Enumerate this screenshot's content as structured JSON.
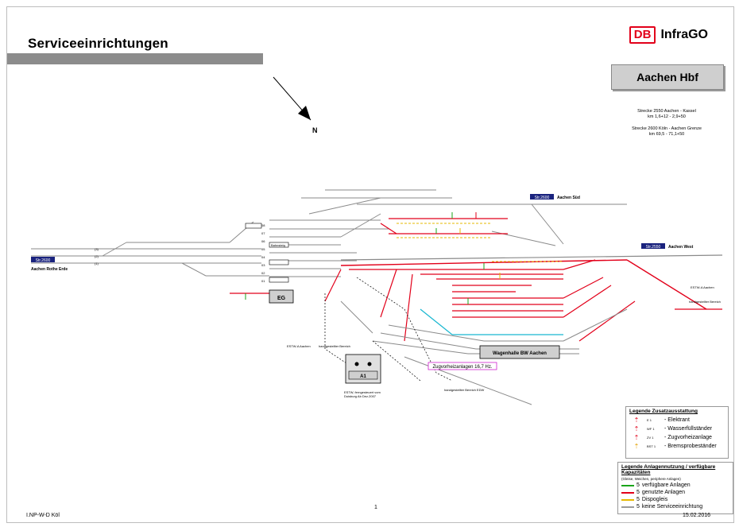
{
  "header": {
    "title": "Serviceeinrichtungen",
    "logo_db": "DB",
    "logo_name": "InfraGO"
  },
  "station": {
    "name": "Aachen Hbf",
    "route1_line1": "Strecke 2550 Aachen - Kassel",
    "route1_line2": "km 1,6+12 - 2,9+50",
    "route2_line1": "Strecke 2600 Köln - Aachen Grenze",
    "route2_line2": "km 69,5 - 71,1+50"
  },
  "plan": {
    "north": "N",
    "str2600_left": "Str.2600",
    "aachen_rothe_erde": "Aachen Rothe Erde",
    "str2600_right": "Str.2600",
    "aachen_sued": "Aachen Süd",
    "str2550": "Str.2550",
    "aachen_west": "Aachen West",
    "eg": "EG",
    "a1": "A1",
    "wagenhalle": "Wagenhalle BW Aachen",
    "zugvorheiz": "Zugvorheizanlagen 16,7 Hz.",
    "estw_a_aachen_left": "ESTW-A Aachen",
    "handgestellter_bereich_left": "handgestellter Bereich",
    "estw_a_aachen_right": "ESTW-A Aachen",
    "handgestellter_bereich_right": "handgestellter Bereich",
    "handgestellter_bereich_edw": "handgestellter Bereich EDW",
    "estw_ferngesteuert": "ESTW, ferngesteuert vom",
    "estw_ferngesteuert_2": "Duisburg Ab Dez.2007",
    "bahnsteig": "Bahnsteig",
    "tracks_left": [
      "(3)",
      "(2)",
      "(1)"
    ],
    "track_numbers": [
      "08",
      "07",
      "06",
      "05",
      "04",
      "03",
      "02",
      "01"
    ]
  },
  "legend_equipment": {
    "title": "Legende Zusatzausstattung",
    "items": [
      {
        "code": "E 1",
        "label": "- Elektrant"
      },
      {
        "code": "WF 1",
        "label": "- Wasserfüllständer"
      },
      {
        "code": "ZV 1",
        "label": "- Zugvorheizanlage"
      },
      {
        "code": "BST 1",
        "label": "- Bremsprobeständer"
      }
    ]
  },
  "legend_usage": {
    "title": "Legende Anlagennutzung / verfügbare Kapazitäten",
    "subtitle": "(Gleise, Weichen, periphere Anlagen)",
    "items": [
      {
        "num": "5",
        "label": "verfügbare Anlagen",
        "color": "#1aa51a"
      },
      {
        "num": "5",
        "label": "genutzte Anlagen",
        "color": "#e2001a"
      },
      {
        "num": "5",
        "label": "Dispogleis",
        "color": "#e6b800"
      },
      {
        "num": "5",
        "label": "keine Serviceeinrichtung",
        "color": "#9a9a9a"
      }
    ]
  },
  "footer": {
    "left": "I.NP-W-D Köl",
    "page": "1",
    "date": "15.02.2016"
  }
}
